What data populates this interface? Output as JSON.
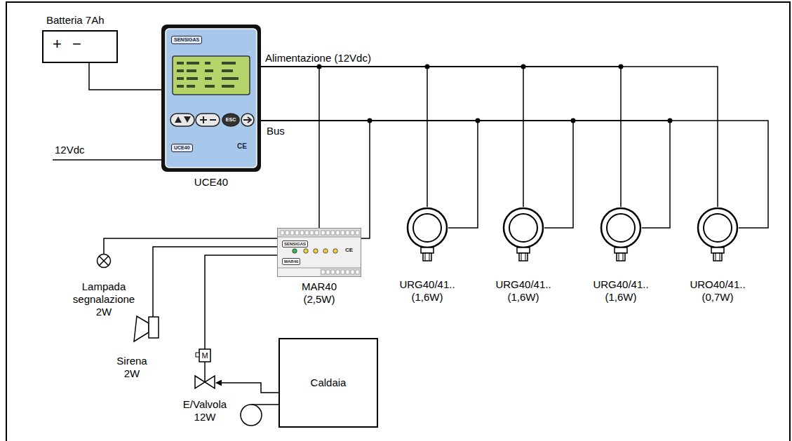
{
  "diagram": {
    "nodes": [
      {
        "text": [
          "Batteria 7Ah",
          "+",
          "−"
        ]
      },
      {
        "text": [
          "SENSIGAS",
          "ESC",
          "UCE40",
          "CE",
          "UCE40"
        ]
      },
      {
        "text": [
          "SENSIGAS",
          "MAR40",
          "CE",
          "MAR40 (2,5W)"
        ]
      },
      {
        "text": [
          "URG40/41.. (1,6W)"
        ]
      },
      {
        "text": [
          "URG40/41.. (1,6W)"
        ]
      },
      {
        "text": [
          "URG40/41.. (1,6W)"
        ]
      },
      {
        "text": [
          "URO40/41.. (0,7W)"
        ]
      },
      {
        "text": [
          "Lampada segnalazione 2W"
        ]
      },
      {
        "text": [
          "Sirena 2W"
        ]
      },
      {
        "text": [
          "M",
          "E/Valvola 12W"
        ]
      },
      {
        "text": [
          "Caldaia"
        ]
      }
    ],
    "edges": [
      {
        "from": 0,
        "to": 1,
        "arrow": "none"
      },
      {
        "from": 1,
        "to": 2,
        "arrow": "none"
      },
      {
        "from": 1,
        "to": 2,
        "arrow": "none"
      },
      {
        "from": 1,
        "to": 3,
        "arrow": "none"
      },
      {
        "from": 1,
        "to": 3,
        "arrow": "none"
      },
      {
        "from": 1,
        "to": 4,
        "arrow": "none"
      },
      {
        "from": 1,
        "to": 4,
        "arrow": "none"
      },
      {
        "from": 1,
        "to": 5,
        "arrow": "none"
      },
      {
        "from": 1,
        "to": 5,
        "arrow": "none"
      },
      {
        "from": 1,
        "to": 6,
        "arrow": "none"
      },
      {
        "from": 1,
        "to": 6,
        "arrow": "none"
      },
      {
        "from": 2,
        "to": 7,
        "arrow": "none"
      },
      {
        "from": 2,
        "to": 8,
        "arrow": "none"
      },
      {
        "from": 2,
        "to": 9,
        "arrow": "none"
      },
      {
        "from": 10,
        "to": 9,
        "arrow": "to"
      }
    ],
    "labels": [
      "Alimentazione (12Vdc)",
      "Bus",
      "12Vdc"
    ]
  }
}
